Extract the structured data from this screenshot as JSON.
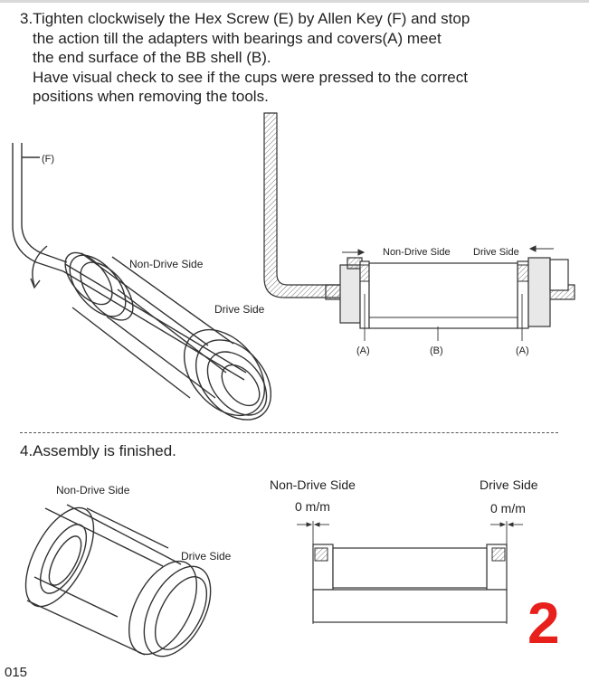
{
  "step3": {
    "line1": "3.Tighten clockwisely the Hex Screw (E) by Allen Key (F) and stop",
    "line2": "the action till the adapters with bearings and covers(A) meet",
    "line3": "the end surface of the BB shell (B).",
    "line4": "Have visual check to see if the cups were pressed to the correct",
    "line5": "positions when removing the tools."
  },
  "fig1": {
    "label_f": "(F)",
    "label_non_drive": "Non-Drive Side",
    "label_drive": "Drive Side"
  },
  "fig2": {
    "label_non_drive": "Non-Drive Side",
    "label_drive": "Drive Side",
    "label_a_left": "(A)",
    "label_b": "(B)",
    "label_a_right": "(A)"
  },
  "step4": {
    "text": "4.Assembly is finished."
  },
  "fig3": {
    "label_non_drive": "Non-Drive Side",
    "label_drive": "Drive Side"
  },
  "fig4": {
    "label_non_drive": "Non-Drive Side",
    "label_drive": "Drive Side",
    "gap_left": "0 m/m",
    "gap_right": "0 m/m"
  },
  "page_number": "015",
  "red_mark": "2"
}
